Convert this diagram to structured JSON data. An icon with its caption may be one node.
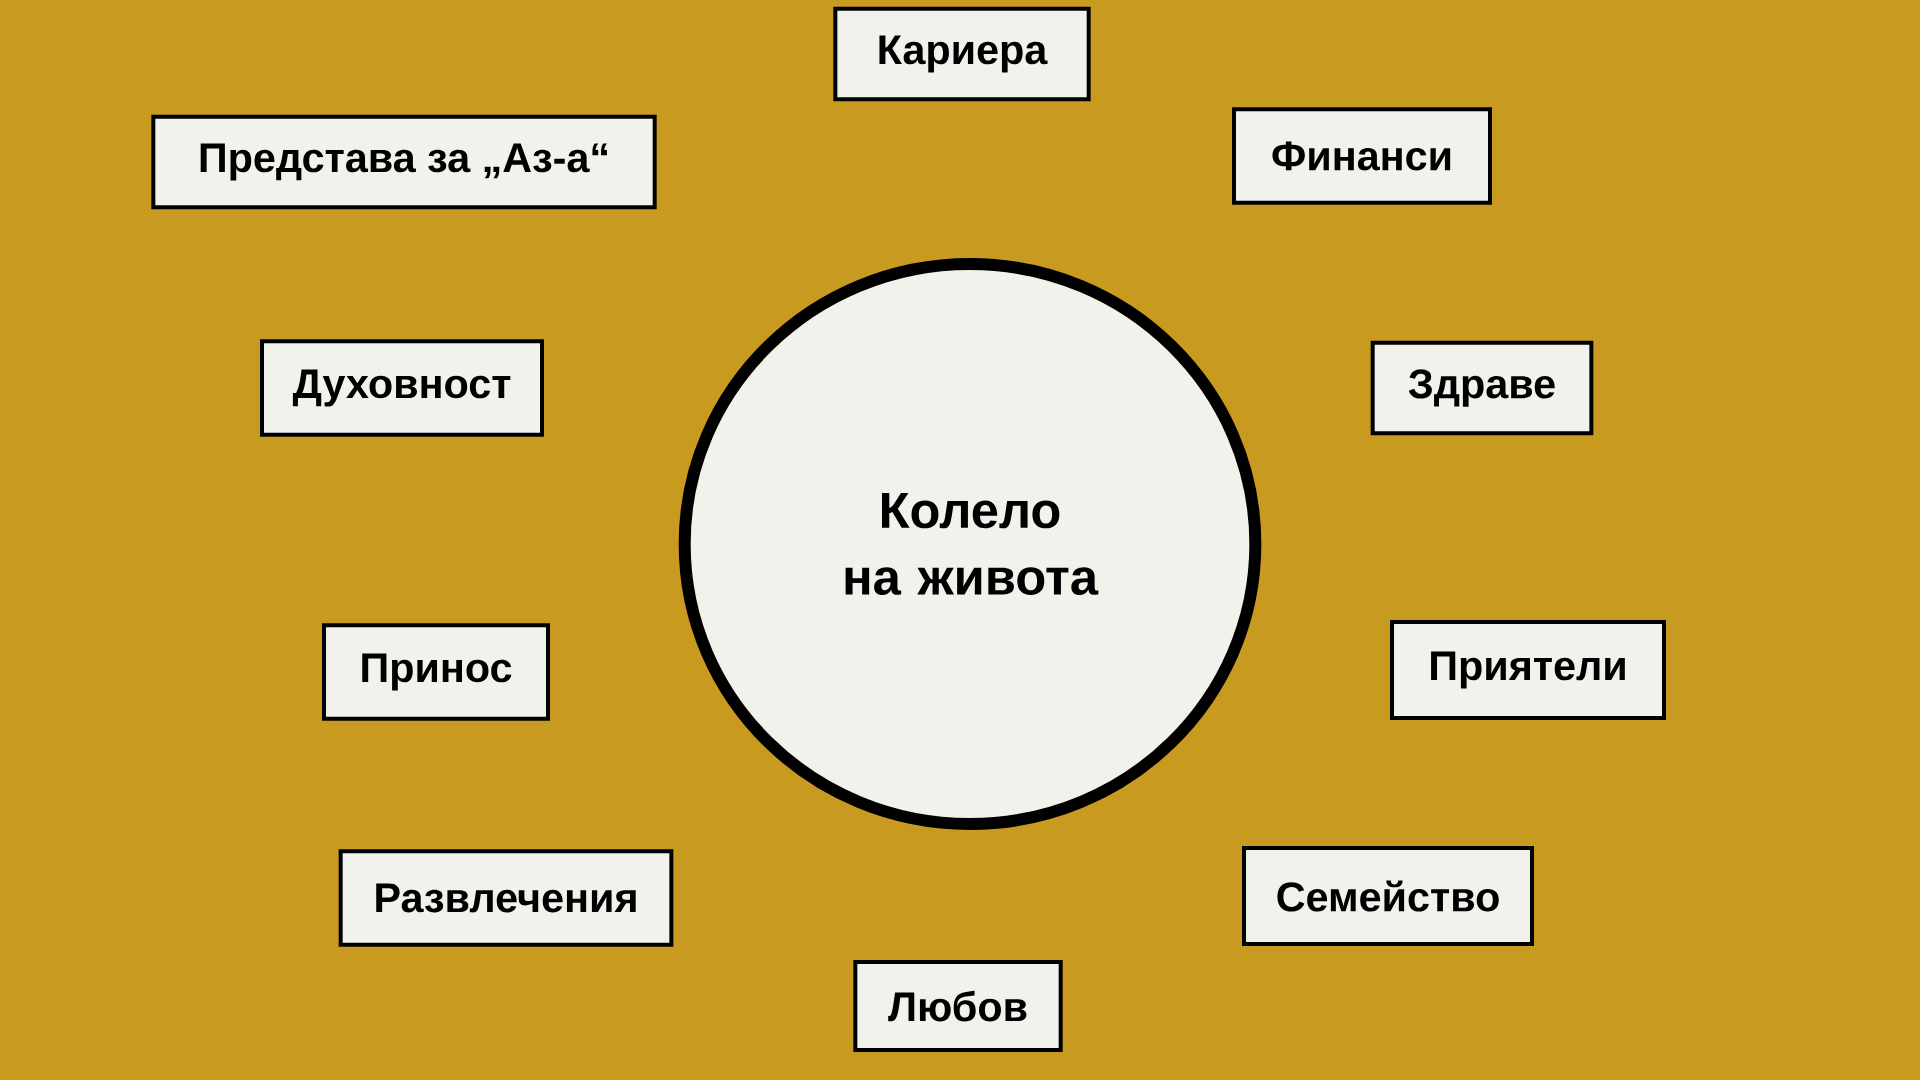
{
  "diagram": {
    "nodes": [
      {
        "text": [
          "Кариера"
        ]
      },
      {
        "text": [
          "Представа за „Аз-а“"
        ]
      },
      {
        "text": [
          "Финанси"
        ]
      },
      {
        "text": [
          "Духовност"
        ]
      },
      {
        "text": [
          "Здраве"
        ]
      },
      {
        "text": [
          "Колело на живота"
        ]
      },
      {
        "text": [
          "Принос"
        ]
      },
      {
        "text": [
          "Приятели"
        ]
      },
      {
        "text": [
          "Развлечения"
        ]
      },
      {
        "text": [
          "Семейство"
        ]
      },
      {
        "text": [
          "Любов"
        ]
      }
    ]
  }
}
